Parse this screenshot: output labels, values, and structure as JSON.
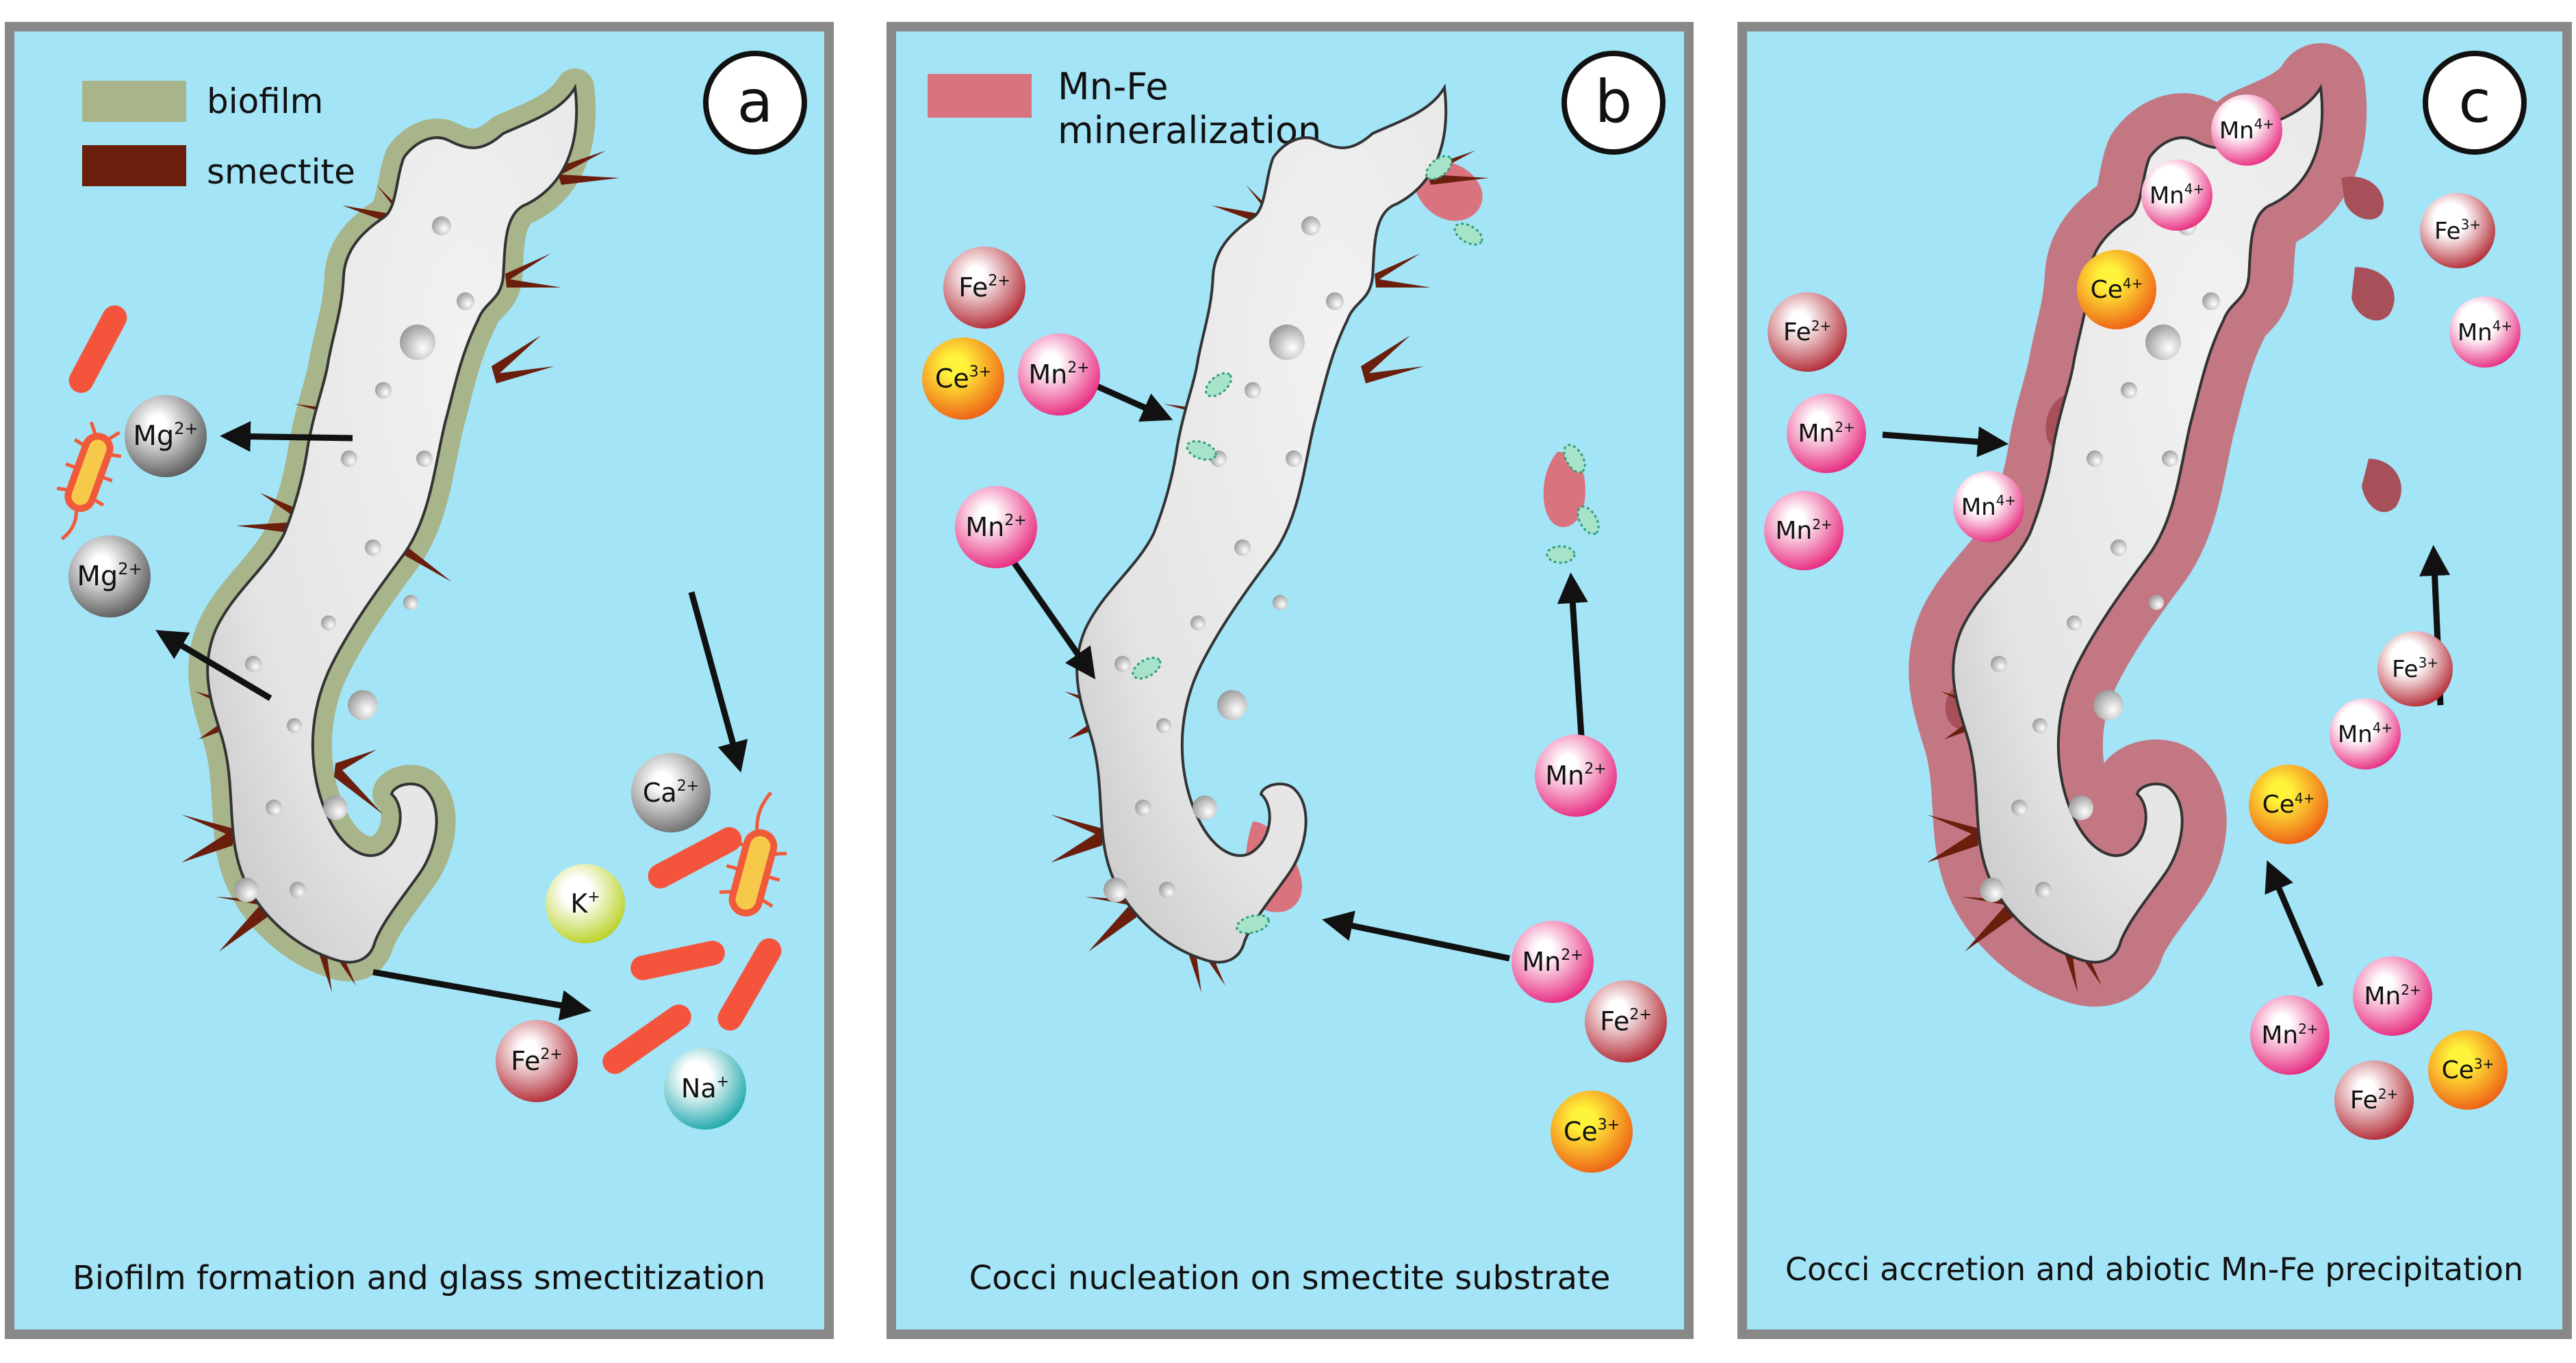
{
  "panels": [
    {
      "letter": "a",
      "caption": "Biofilm formation and glass smectitization",
      "legend": [
        {
          "label": "biofilm",
          "color": "#a8b48a"
        },
        {
          "label": "smectite",
          "color": "#6b1e0c"
        }
      ],
      "ions": [
        {
          "base": "Mg",
          "charge": "2+",
          "kind": "Mg"
        },
        {
          "base": "Mg",
          "charge": "2+",
          "kind": "Mg"
        },
        {
          "base": "Ca",
          "charge": "2+",
          "kind": "Ca"
        },
        {
          "base": "K",
          "charge": "+",
          "kind": "K"
        },
        {
          "base": "Fe",
          "charge": "2+",
          "kind": "Fe2"
        },
        {
          "base": "Na",
          "charge": "+",
          "kind": "Na"
        }
      ]
    },
    {
      "letter": "b",
      "caption": "Cocci nucleation on smectite substrate",
      "legend": [
        {
          "label_line1": "Mn-Fe",
          "label_line2": "mineralization",
          "color": "#d9737e"
        }
      ],
      "ions": [
        {
          "base": "Fe",
          "charge": "2+",
          "kind": "Fe2"
        },
        {
          "base": "Ce",
          "charge": "3+",
          "kind": "Ce"
        },
        {
          "base": "Mn",
          "charge": "2+",
          "kind": "Mn2"
        },
        {
          "base": "Mn",
          "charge": "2+",
          "kind": "Mn2"
        },
        {
          "base": "Mn",
          "charge": "2+",
          "kind": "Mn2"
        },
        {
          "base": "Mn",
          "charge": "2+",
          "kind": "Mn2"
        },
        {
          "base": "Fe",
          "charge": "2+",
          "kind": "Fe2"
        },
        {
          "base": "Ce",
          "charge": "3+",
          "kind": "Ce"
        }
      ]
    },
    {
      "letter": "c",
      "caption": "Cocci accretion and abiotic Mn-Fe precipitation",
      "ions": [
        {
          "base": "Mn",
          "charge": "4+",
          "kind": "Mn4"
        },
        {
          "base": "Mn",
          "charge": "4+",
          "kind": "Mn4"
        },
        {
          "base": "Ce",
          "charge": "4+",
          "kind": "Ce"
        },
        {
          "base": "Fe",
          "charge": "3+",
          "kind": "Fe3"
        },
        {
          "base": "Mn",
          "charge": "4+",
          "kind": "Mn4"
        },
        {
          "base": "Fe",
          "charge": "2+",
          "kind": "Fe2"
        },
        {
          "base": "Mn",
          "charge": "2+",
          "kind": "Mn2"
        },
        {
          "base": "Mn",
          "charge": "2+",
          "kind": "Mn2"
        },
        {
          "base": "Mn",
          "charge": "4+",
          "kind": "Mn4"
        },
        {
          "base": "Fe",
          "charge": "3+",
          "kind": "Fe3"
        },
        {
          "base": "Mn",
          "charge": "4+",
          "kind": "Mn4"
        },
        {
          "base": "Ce",
          "charge": "4+",
          "kind": "Ce"
        },
        {
          "base": "Mn",
          "charge": "2+",
          "kind": "Mn2"
        },
        {
          "base": "Mn",
          "charge": "2+",
          "kind": "Mn2"
        },
        {
          "base": "Fe",
          "charge": "2+",
          "kind": "Fe2"
        },
        {
          "base": "Ce",
          "charge": "3+",
          "kind": "Ce"
        }
      ]
    }
  ],
  "colors": {
    "background": "#a3e4f7",
    "frame": "#888888",
    "glass": "#e6e6e6",
    "glass_edge": "#333333",
    "biofilm": "#a8b48a",
    "smectite": "#6b1e0c",
    "mineralization": "#d9737e",
    "bacterium_body": "#f6c94a",
    "bacterium_edge": "#f05a3a",
    "rod": "#f4543c",
    "coccus": "#a7e3c8"
  },
  "ion_styles": {
    "Mg": {
      "center": "#ffffff",
      "edge": "#555555"
    },
    "Ca": {
      "center": "#ffffff",
      "edge": "#666666"
    },
    "K": {
      "center": "#ffffff",
      "edge": "#b6cf1e"
    },
    "Na": {
      "center": "#ffffff",
      "edge": "#16a3a8"
    },
    "Fe2": {
      "center": "#ffffff",
      "edge": "#b0242f"
    },
    "Fe3": {
      "center": "#ffffff",
      "edge": "#b0242f"
    },
    "Mn2": {
      "center": "#ffffff",
      "edge": "#e6237a"
    },
    "Mn4": {
      "center": "#ffffff",
      "edge": "#e6237a"
    },
    "Ce": {
      "center": "#ffef3a",
      "edge": "#ee5a14"
    }
  }
}
